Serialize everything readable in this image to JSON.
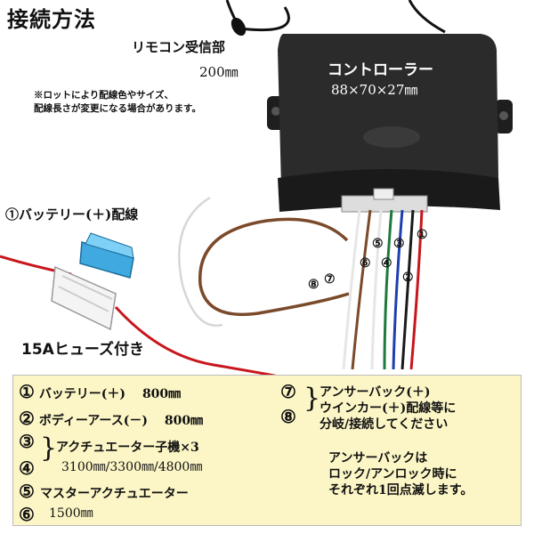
{
  "title": "接続方法",
  "remote": {
    "label": "リモコン受信部",
    "length": "200㎜"
  },
  "note": "※ロットにより配線色やサイズ、\n配線長さが変更になる場合があります。",
  "battery_wire_label": "①バッテリー(＋)配線",
  "fuse_label": "15Aヒューズ付き",
  "controller": {
    "name": "コントローラー",
    "dims": "88×70×27㎜"
  },
  "wire_numbers": [
    "①",
    "②",
    "③",
    "④",
    "⑤",
    "⑥",
    "⑦",
    "⑧"
  ],
  "wire_colors": {
    "red": "#c8161d",
    "black": "#1a1a1a",
    "blue": "#1f3fb0",
    "green": "#1e7a3c",
    "white": "#f2f2f2",
    "brown": "#7a4a2a",
    "fuse": "#3fa9e0"
  },
  "legend": {
    "n1": "①",
    "t1": "バッテリー(＋)",
    "l1": "800㎜",
    "n2": "②",
    "t2": "ボディーアース(－)",
    "l2": "800㎜",
    "n3": "③",
    "n4": "④",
    "t34": "アクチュエーター子機×3",
    "l34": "3100㎜/3300㎜/4800㎜",
    "n5": "⑤",
    "n6": "⑥",
    "t56": "マスターアクチュエーター",
    "l56": "1500㎜",
    "n7": "⑦",
    "n8": "⑧",
    "t78_1": "アンサーバック(＋)",
    "t78_2": "ウインカー(＋)配線等に",
    "t78_3": "分岐/接続してください",
    "answer_1": "アンサーバックは",
    "answer_2": "ロック/アンロック時に",
    "answer_3": "それぞれ1回点滅します。"
  }
}
